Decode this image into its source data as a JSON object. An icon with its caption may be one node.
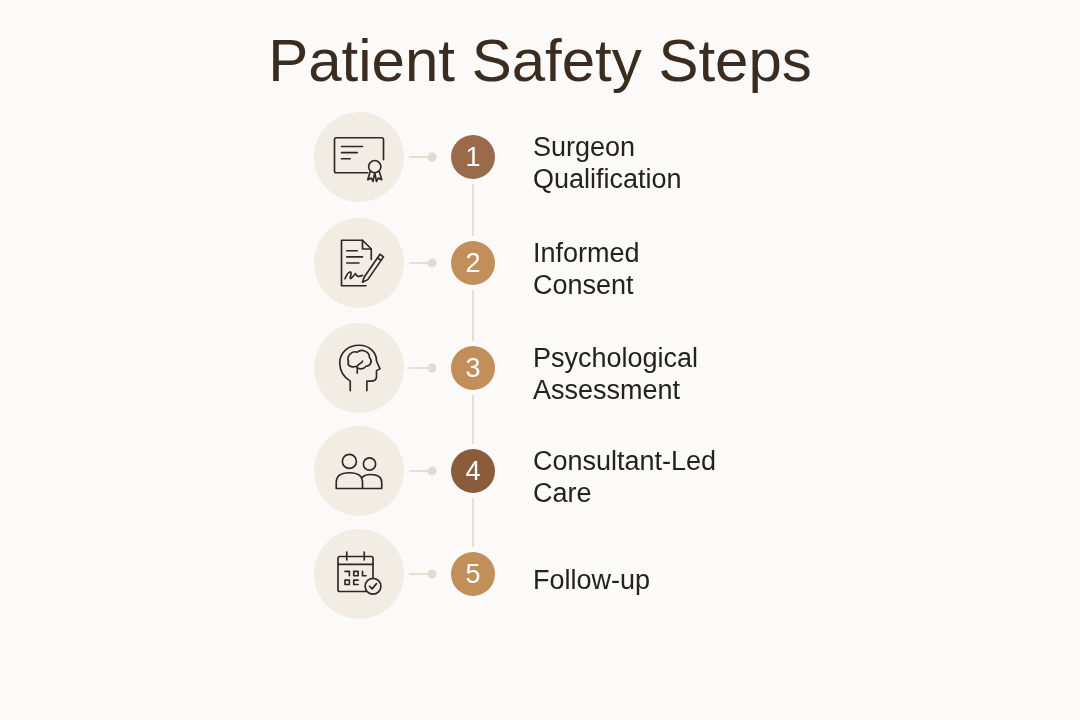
{
  "diagram": {
    "title": "Patient Safety Steps",
    "nodes": [
      {
        "text": [],
        "shape": "picture"
      },
      {
        "text": [
          "1"
        ],
        "beside": [
          "Surgeon Qualification"
        ]
      },
      {
        "text": [],
        "shape": "picture"
      },
      {
        "text": [
          "2"
        ],
        "beside": [
          "Informed Consent"
        ]
      },
      {
        "text": [],
        "shape": "picture"
      },
      {
        "text": [
          "3"
        ],
        "beside": [
          "Psychological Assessment"
        ]
      },
      {
        "text": [],
        "shape": "picture"
      },
      {
        "text": [
          "4"
        ],
        "beside": [
          "Consultant-Led Care"
        ]
      },
      {
        "text": [],
        "shape": "picture"
      },
      {
        "text": [
          "5"
        ],
        "beside": [
          "Follow-up"
        ]
      }
    ],
    "edges": [
      {
        "from": 0,
        "to": 1,
        "arrow": "other"
      },
      {
        "from": 1,
        "to": 3,
        "arrow": "none"
      },
      {
        "from": 2,
        "to": 3,
        "arrow": "other"
      },
      {
        "from": 3,
        "to": 5,
        "arrow": "none"
      },
      {
        "from": 4,
        "to": 5,
        "arrow": "other"
      },
      {
        "from": 5,
        "to": 7,
        "arrow": "none"
      },
      {
        "from": 6,
        "to": 7,
        "arrow": "other"
      },
      {
        "from": 7,
        "to": 9,
        "arrow": "none"
      },
      {
        "from": 8,
        "to": 9,
        "arrow": "other"
      }
    ]
  }
}
